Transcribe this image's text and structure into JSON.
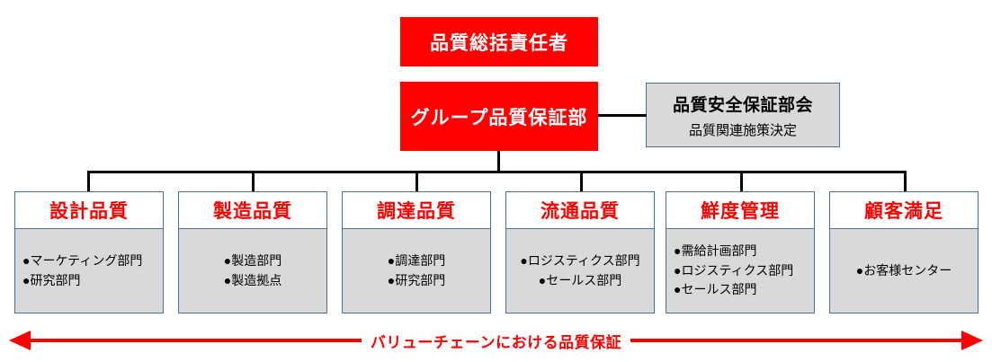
{
  "diagram": {
    "title_boxes": {
      "chief_officer": "品質総括責任者",
      "group_qa": "グループ品質保証部"
    },
    "committee": {
      "title": "品質安全保証部会",
      "subtitle": "品質関連施策決定"
    },
    "pillars": [
      {
        "header": "設計品質",
        "items": [
          "●マーケティング部門",
          "●研究部門"
        ],
        "align": "align-left"
      },
      {
        "header": "製造品質",
        "items": [
          "●製造部門",
          "●製造拠点"
        ],
        "align": "align-center"
      },
      {
        "header": "調達品質",
        "items": [
          "●調達部門",
          "●研究部門"
        ],
        "align": "align-center"
      },
      {
        "header": "流通品質",
        "items": [
          "●ロジスティクス部門",
          "●セールス部門"
        ],
        "align": "align-center"
      },
      {
        "header": "鮮度管理",
        "items": [
          "●需給計画部門",
          "●ロジスティクス部門",
          "●セールス部門"
        ],
        "align": "align-left"
      },
      {
        "header": "顧客満足",
        "items": [
          "●お客様センター"
        ],
        "align": "align-center"
      }
    ],
    "value_chain": {
      "label": "バリューチェーンにおける品質保証",
      "arrow_color": "#FF0000",
      "direction": "double"
    },
    "colors": {
      "red": "#FF0000",
      "box_fill_gray": "#D9D9D9",
      "box_border_blue": "#4A7193",
      "connector_black": "#000000",
      "white": "#FFFFFF"
    }
  }
}
